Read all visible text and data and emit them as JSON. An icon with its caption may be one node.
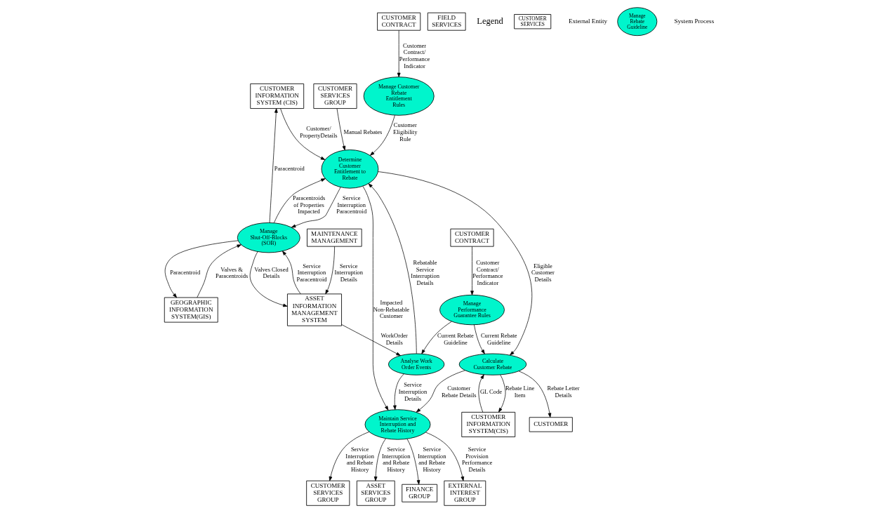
{
  "diagram": {
    "nodes": [
      {
        "text": [
          "CUSTOMER INFORMATION SYSTEM (CIS)"
        ]
      },
      {
        "text": [
          "CUSTOMER CONTRACT"
        ]
      },
      {
        "text": [
          "FIELD SERVICES"
        ]
      },
      {
        "text": [
          "MAINTENANCE MANAGEMENT"
        ]
      },
      {
        "text": [
          "GEOGRAPHIC INFORMATION SYSTEM(GIS)"
        ]
      },
      {
        "text": [
          "CUSTOMER SERVICES GROUP"
        ]
      },
      {
        "text": [
          "Manage Customer Rebate Entitlement Rules"
        ]
      },
      {
        "text": [
          "Manage Shut-Off-Blocks (SOB)"
        ]
      },
      {
        "text": [
          "ASSET INFORMATION MANAGEMENT SYSTEM"
        ]
      },
      {
        "text": [
          "Determine Customer Entitlement to Rebate"
        ]
      },
      {
        "text": [
          "CUSTOMER"
        ]
      },
      {
        "text": [
          "Analyse Work Order Events"
        ]
      },
      {
        "text": [
          "Maintain Service Interruption and Rebate History"
        ]
      },
      {
        "text": [
          "Calculate Customer Rebate"
        ]
      },
      {
        "text": [
          "CUSTOMER SERVICES GROUP"
        ]
      },
      {
        "text": [
          "ASSET SERVICES GROUP"
        ]
      },
      {
        "text": [
          "Manage Performance Guarantee Rules"
        ]
      },
      {
        "text": [
          "CUSTOMER INFORMATION SYSTEM(CIS)"
        ]
      },
      {
        "text": [
          "FINANCE GROUP"
        ]
      },
      {
        "text": [
          "CUSTOMER CONTRACT"
        ]
      },
      {
        "text": [
          "EXTERNAL INTEREST GROUP"
        ]
      }
    ],
    "edges": [
      {
        "from": 7,
        "to": 0,
        "arrow": "to",
        "label": "Paracentroid"
      },
      {
        "from": 0,
        "to": 9,
        "arrow": "to",
        "label": "Customer/ PropertyDetails"
      },
      {
        "from": 1,
        "to": 6,
        "arrow": "to",
        "label": "Customer Contract/ Performance Indicator"
      },
      {
        "from": 4,
        "to": 7,
        "arrow": "to",
        "label": "Valves & Paracentroids"
      },
      {
        "from": 7,
        "to": 4,
        "arrow": "to",
        "label": "Paracentroid"
      },
      {
        "from": 3,
        "to": 8,
        "arrow": "to",
        "label": "Service Interruption Details"
      },
      {
        "from": 7,
        "to": 8,
        "arrow": "to",
        "label": "Valves Closed Details"
      },
      {
        "from": 8,
        "to": 7,
        "arrow": "to",
        "label": "Service Interruption Paracentroid"
      },
      {
        "from": 6,
        "to": 9,
        "arrow": "to",
        "label": "Customer Eligibility Rule"
      },
      {
        "from": 5,
        "to": 9,
        "arrow": "to",
        "label": "Manual Rebates"
      },
      {
        "from": 7,
        "to": 9,
        "arrow": "to",
        "label": "Paracentroids of Properties Impacted"
      },
      {
        "from": 9,
        "to": 7,
        "arrow": "to",
        "label": "Service Interruption Paracentroid"
      },
      {
        "from": 11,
        "to": 9,
        "arrow": "to",
        "label": "Rebatable Service Interruption Details"
      },
      {
        "from": 8,
        "to": 11,
        "arrow": "to",
        "label": "WorkOrder Details"
      },
      {
        "from": 9,
        "to": 13,
        "arrow": "to",
        "label": "Eligible Customer Details"
      },
      {
        "from": 13,
        "to": 10,
        "arrow": "to",
        "label": "Rebate Letter Details"
      },
      {
        "from": 11,
        "to": 12,
        "arrow": "to",
        "label": "Service Interruption Details"
      },
      {
        "from": 9,
        "to": 12,
        "arrow": "to",
        "label": "Impacted Non-Rebatable Customer"
      },
      {
        "from": 13,
        "to": 12,
        "arrow": "to",
        "label": "Customer Rebate Details"
      },
      {
        "from": 16,
        "to": 11,
        "arrow": "to",
        "label": "Current Rebate Guideline"
      },
      {
        "from": 12,
        "to": 14,
        "arrow": "to",
        "label": "Service Interruption and Rebate History"
      },
      {
        "from": 12,
        "to": 15,
        "arrow": "to",
        "label": "Service Interruption and Rebate History"
      },
      {
        "from": 12,
        "to": 18,
        "arrow": "to",
        "label": "Service Interruption and Rebate History"
      },
      {
        "from": 12,
        "to": 20,
        "arrow": "to",
        "label": "Service Provision Performance Details"
      },
      {
        "from": 16,
        "to": 13,
        "arrow": "to",
        "label": "Current Rebate Guideline"
      },
      {
        "from": 13,
        "to": 17,
        "arrow": "to",
        "label": "Rebate Line Item"
      },
      {
        "from": 17,
        "to": 13,
        "arrow": "to",
        "label": "GL Code"
      },
      {
        "from": 19,
        "to": 16,
        "arrow": "to",
        "label": "Customer Contract/ Performance Indicator"
      }
    ],
    "labels": [
      "Legend",
      "CUSTOMER SERVICES",
      "Manage Rebate Guideline"
    ],
    "legend": [
      {
        "text": "External Entity"
      },
      {
        "text": "System Process"
      }
    ]
  }
}
